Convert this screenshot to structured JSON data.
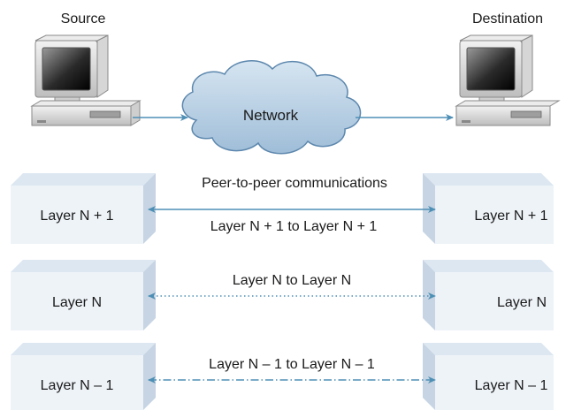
{
  "hosts": {
    "source_label": "Source",
    "destination_label": "Destination"
  },
  "network": {
    "label": "Network"
  },
  "peer_caption": "Peer-to-peer communications",
  "layers": [
    {
      "left_label": "Layer N + 1",
      "right_label": "Layer N + 1",
      "link_label": "Layer N + 1 to Layer N + 1",
      "line_style": "solid"
    },
    {
      "left_label": "Layer N",
      "right_label": "Layer N",
      "link_label": "Layer N to Layer N",
      "line_style": "dotted"
    },
    {
      "left_label": "Layer N – 1",
      "right_label": "Layer N – 1",
      "link_label": "Layer N – 1 to Layer N – 1",
      "line_style": "dash-dot"
    }
  ],
  "colors": {
    "box_face": "#eef3f8",
    "box_side": "#c6d4e3",
    "box_top": "#dde7f1",
    "connector": "#4e8fb5",
    "cloud_fill": "#b9d0e4",
    "cloud_stroke": "#5c87ad"
  }
}
